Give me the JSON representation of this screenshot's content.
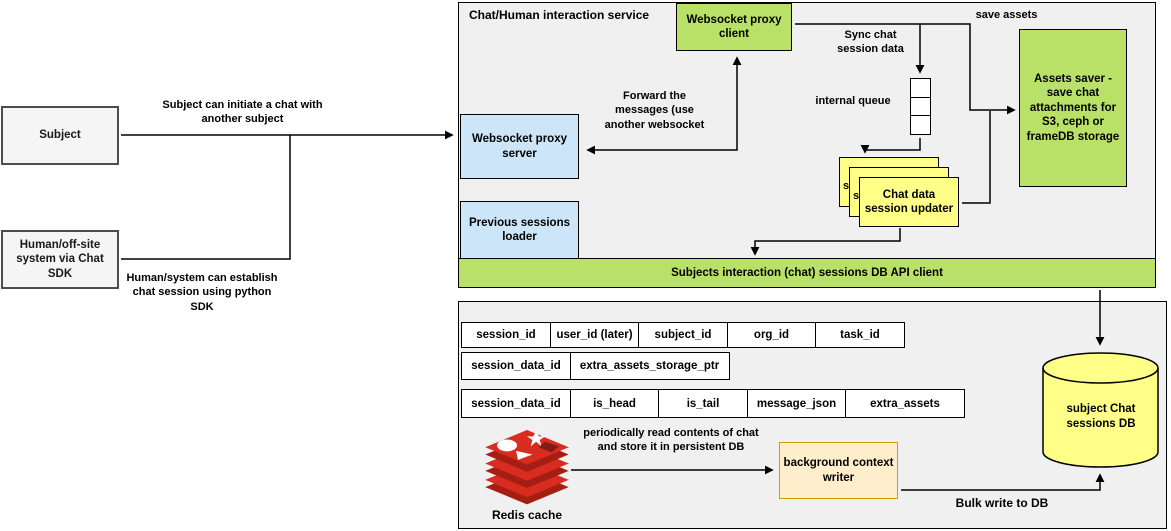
{
  "diagram": {
    "left": {
      "subject_box": "Subject",
      "human_box": "Human/off-site system via Chat SDK",
      "subject_arrow_label": "Subject can initiate a chat with another subject",
      "human_arrow_label": "Human/system can establish chat session using python SDK"
    },
    "service": {
      "title": "Chat/Human interaction service",
      "websocket_client": "Websocket proxy client",
      "websocket_server": "Websocket proxy server",
      "previous_loader": "Previous sessions loader",
      "forward_label": "Forward the messages (use another websocket",
      "sync_label": "Sync chat session data",
      "queue_label": "internal queue",
      "save_assets_label": "save assets",
      "chat_updater": "Chat data session updater",
      "stack_hidden_letter": "s",
      "assets_saver": "Assets saver - save chat attachments for S3, ceph or frameDB storage",
      "api_bar": "Subjects interaction (chat) sessions DB API client"
    },
    "storage": {
      "table_session": [
        "session_id",
        "user_id (later)",
        "subject_id",
        "org_id",
        "task_id"
      ],
      "table_session_data": [
        "session_data_id",
        "extra_assets_storage_ptr"
      ],
      "table_messages": [
        "session_data_id",
        "is_head",
        "is_tail",
        "message_json",
        "extra_assets"
      ],
      "redis_label": "Redis cache",
      "periodic_label": "periodically read contents of chat and store it in persistent DB",
      "bg_writer": "background context writer",
      "bulk_label": "Bulk write to DB",
      "db_cylinder": "subject Chat sessions DB"
    },
    "colors": {
      "green": "#b9e067",
      "blue": "#cce5f8",
      "yellow": "#ffff88",
      "orange_fill": "#ffeecb",
      "orange_border": "#d79b00",
      "container_gray": "#f0f0f0",
      "box_gray": "#f5f5f5",
      "redis_red": "#d82c20",
      "redis_dark_red": "#a41e11"
    }
  }
}
